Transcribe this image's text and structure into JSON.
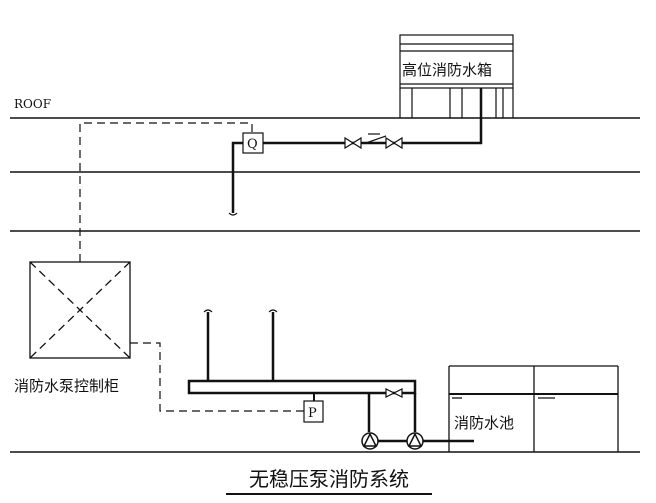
{
  "roof_label": "ROOF",
  "roof_tank_label": "高位消防水箱",
  "flow_switch_label": "Q",
  "pressure_switch_label": "P",
  "control_cabinet_label": "消防水泵控制柜",
  "pool_label": "消防水池",
  "title": "无稳压泵消防系统",
  "colors": {
    "line": "#111111",
    "background": "#ffffff"
  }
}
